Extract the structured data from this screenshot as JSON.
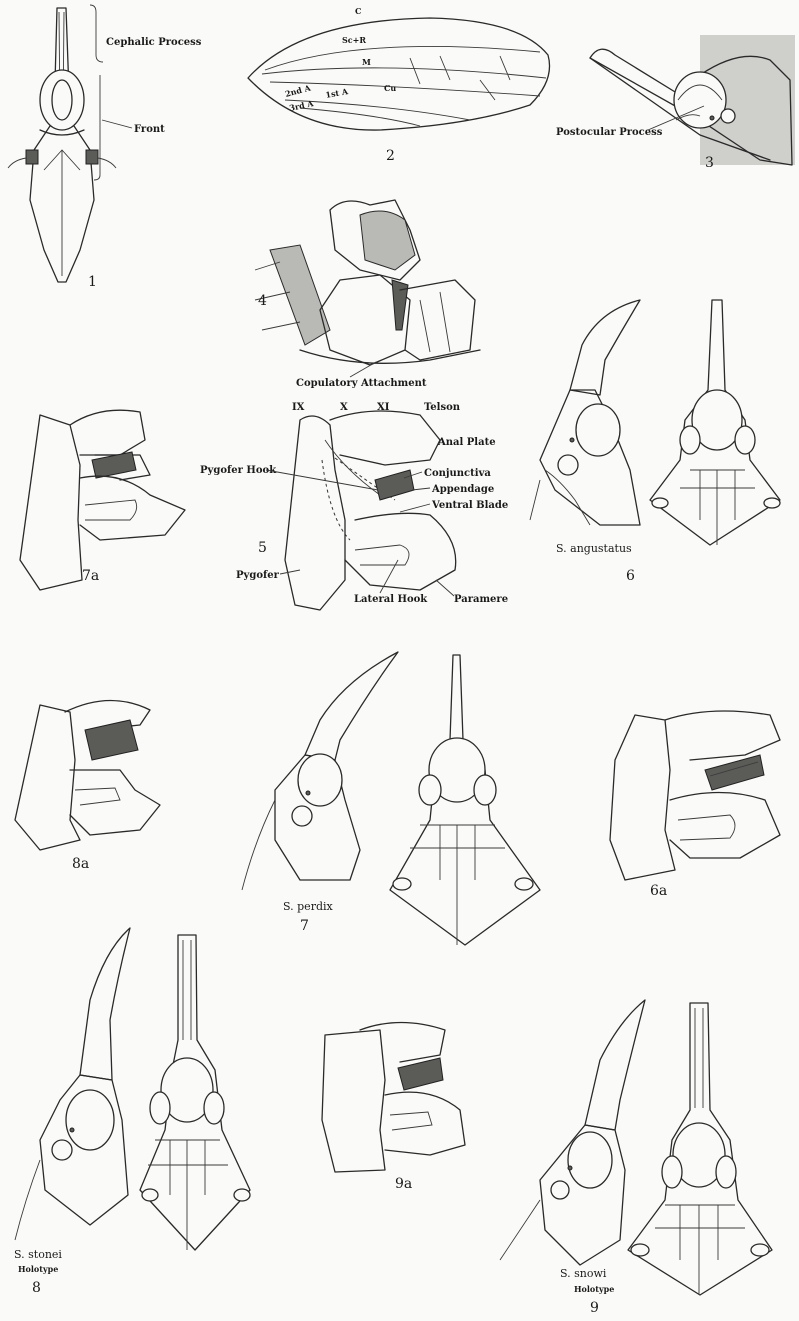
{
  "figures": {
    "fig1": {
      "number": "1",
      "labels": {
        "cephalic_process": "Cephalic Process",
        "front": "Front"
      }
    },
    "fig2": {
      "number": "2",
      "veins": {
        "c": "C",
        "sc_r": "Sc+R",
        "m": "M",
        "cu": "Cu",
        "second_a": "2nd A",
        "first_a": "1st A",
        "third_a": "3rd A"
      }
    },
    "fig3": {
      "number": "3",
      "labels": {
        "postocular_process": "Postocular Process"
      }
    },
    "fig4": {
      "number": "4",
      "labels": {
        "copulatory_attachment": "Copulatory Attachment"
      }
    },
    "fig5": {
      "number": "5",
      "labels": {
        "ix": "IX",
        "x": "X",
        "xi": "XI",
        "telson": "Telson",
        "anal_plate": "Anal Plate",
        "pygofer_hook": "Pygofer Hook",
        "conjunctiva": "Conjunctiva",
        "appendage": "Appendage",
        "ventral_blade": "Ventral Blade",
        "pygofer": "Pygofer",
        "lateral_hook": "Lateral Hook",
        "paramere": "Paramere"
      }
    },
    "fig6": {
      "number": "6",
      "species": "S. angustatus"
    },
    "fig6a": {
      "number": "6a"
    },
    "fig7": {
      "number": "7",
      "species": "S. perdix"
    },
    "fig7a": {
      "number": "7a"
    },
    "fig8": {
      "number": "8",
      "species": "S. stonei",
      "note": "Holotype"
    },
    "fig8a": {
      "number": "8a"
    },
    "fig9": {
      "number": "9",
      "species": "S. snowi",
      "note": "Holotype"
    },
    "fig9a": {
      "number": "9a"
    }
  }
}
